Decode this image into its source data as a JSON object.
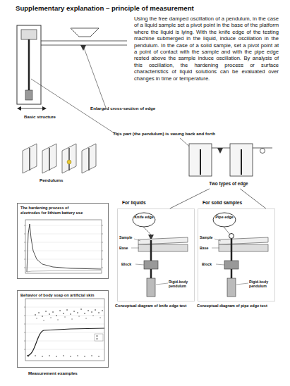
{
  "diagram": {
    "title": "Supplementary explanation – principle of measurement",
    "nodes": [
      {
        "text": [
          "Two types of edge"
        ]
      },
      {
        "text": [
          "The hardening process of electrodes for lithium battery use"
        ]
      },
      {
        "text": [
          "For liquids",
          "Conceptual diagram of knife edge test"
        ]
      },
      {
        "text": [
          "Knife edge"
        ],
        "in": 2
      },
      {
        "text": [
          "For solid samples",
          "Conceptual diagram of pipe edge test"
        ]
      },
      {
        "text": [
          "Pipe edge"
        ],
        "in": 4
      },
      {
        "text": [
          "Behavior of body soap on artificial skin"
        ]
      }
    ],
    "edges": [
      {
        "from": 0,
        "to": 2,
        "arrow": "none"
      },
      {
        "from": 0,
        "to": 4,
        "arrow": "none"
      }
    ],
    "labels": [
      "Using the free damped oscillation of a pendulum, in the case of a liquid sample set a pivot point in the base of the platform where the liquid is lying. With the knife edge of the testing machine submerged in the liquid, induce oscillation in the pendulum. In the case of a solid sample, set a pivot point at a point of contact with the sample and with the pipe edge rested above the sample induce oscillation. By analysis of this oscillation, the hardening process or surface characteristics of liquid solutions can be evaluated over changes in time or temperature.",
      "Enlarged cross-section of edge",
      "Basic structure",
      "This part (the pendulum) is swung back and forth",
      "Pendulums",
      "Sample",
      "Base",
      "Block",
      "Rigid-body pendulum",
      "Sample",
      "Base",
      "Block",
      "Rigid-body pendulum",
      "Measurement examples"
    ]
  }
}
